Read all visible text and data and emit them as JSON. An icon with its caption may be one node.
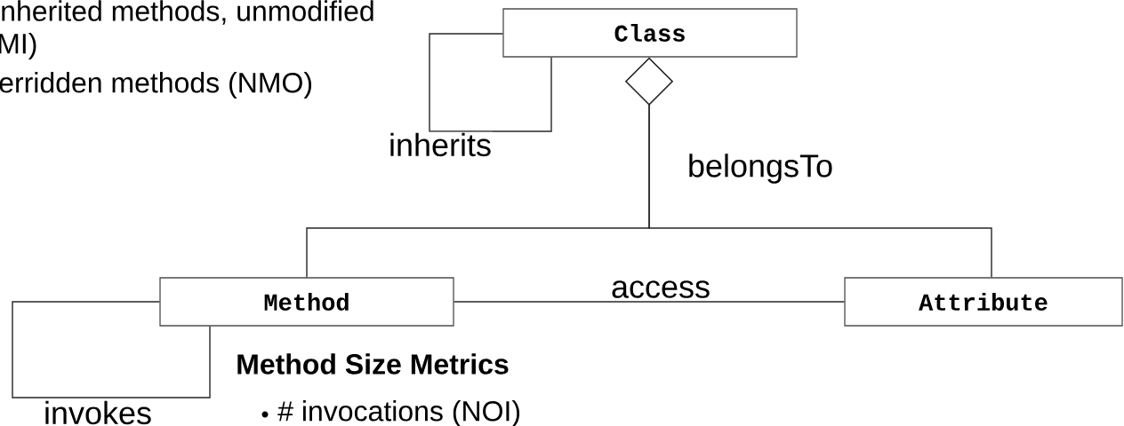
{
  "diagram": {
    "nodes": [
      {
        "text": [
          "Class"
        ]
      },
      {
        "text": [
          "Method"
        ]
      },
      {
        "text": [
          "Attribute"
        ]
      }
    ],
    "edges": [
      {
        "from": 0,
        "to": 0,
        "arrow": "none",
        "label": "inherits"
      },
      {
        "from": 1,
        "to": 1,
        "arrow": "none",
        "label": "invokes"
      },
      {
        "from": 1,
        "to": 2,
        "arrow": "none",
        "label": "access"
      },
      {
        "from": 1,
        "to": 0,
        "arrow": "other",
        "label": "belongsTo"
      },
      {
        "from": 2,
        "to": 0,
        "arrow": "other"
      }
    ],
    "labels": [
      "nherited methods, unmodified",
      "MI)",
      "erridden methods (NMO)",
      "Method Size Metrics",
      "# invocations (NOI)"
    ]
  }
}
